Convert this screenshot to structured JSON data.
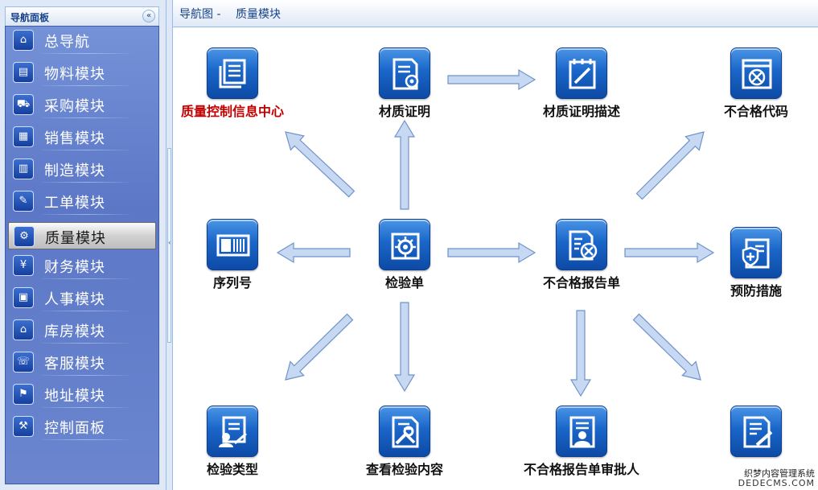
{
  "sidebar": {
    "title": "导航面板",
    "collapse_glyph": "«",
    "items": [
      {
        "label": "总导航",
        "icon": "home-icon",
        "glyph": "⌂"
      },
      {
        "label": "物料模块",
        "icon": "material-icon",
        "glyph": "▤"
      },
      {
        "label": "采购模块",
        "icon": "cart-icon",
        "glyph": "⛟"
      },
      {
        "label": "销售模块",
        "icon": "sales-icon",
        "glyph": "▦"
      },
      {
        "label": "制造模块",
        "icon": "manufacture-icon",
        "glyph": "▥"
      },
      {
        "label": "工单模块",
        "icon": "work-order-icon",
        "glyph": "✎"
      },
      {
        "label": "质量模块",
        "icon": "quality-icon",
        "glyph": "⚙"
      },
      {
        "label": "财务模块",
        "icon": "finance-icon",
        "glyph": "¥"
      },
      {
        "label": "人事模块",
        "icon": "personnel-icon",
        "glyph": "▣"
      },
      {
        "label": "库房模块",
        "icon": "warehouse-icon",
        "glyph": "⌂"
      },
      {
        "label": "客服模块",
        "icon": "customer-service-icon",
        "glyph": "☏"
      },
      {
        "label": "地址模块",
        "icon": "address-icon",
        "glyph": "⚑"
      },
      {
        "label": "控制面板",
        "icon": "control-panel-icon",
        "glyph": "⚒"
      }
    ],
    "active_index": 6
  },
  "header": {
    "breadcrumb_root": "导航图 -",
    "breadcrumb_current": "质量模块"
  },
  "diagram": {
    "nodes": {
      "quality_center": {
        "label": "质量控制信息中心",
        "icon": "document-stack-icon",
        "highlight": true
      },
      "material_cert": {
        "label": "材质证明",
        "icon": "certificate-icon"
      },
      "material_cert_desc": {
        "label": "材质证明描述",
        "icon": "edit-document-icon"
      },
      "nonconform_code": {
        "label": "不合格代码",
        "icon": "reject-code-icon"
      },
      "serial_number": {
        "label": "序列号",
        "icon": "barcode-icon"
      },
      "inspection_sheet": {
        "label": "检验单",
        "icon": "inspection-gear-icon"
      },
      "nonconform_report": {
        "label": "不合格报告单",
        "icon": "reject-report-icon"
      },
      "preventive_measures": {
        "label": "预防措施",
        "icon": "shield-icon"
      },
      "inspection_type": {
        "label": "检验类型",
        "icon": "inspection-type-icon"
      },
      "view_inspection": {
        "label": "查看检验内容",
        "icon": "tools-icon"
      },
      "report_approver": {
        "label": "不合格报告单审批人",
        "icon": "approver-icon"
      },
      "eighth_item": {
        "label": "织梦内容管理系统",
        "icon": "signature-icon"
      }
    },
    "colors": {
      "tile_top": "#4a95e6",
      "tile_bottom": "#0d4aa5",
      "arrow_fill": "#c7d8f2",
      "arrow_stroke": "#6f93c9",
      "highlight_label": "#c30000"
    }
  },
  "watermark": {
    "text": "织梦内容管理系统",
    "domain": "DEDECMS.COM"
  }
}
